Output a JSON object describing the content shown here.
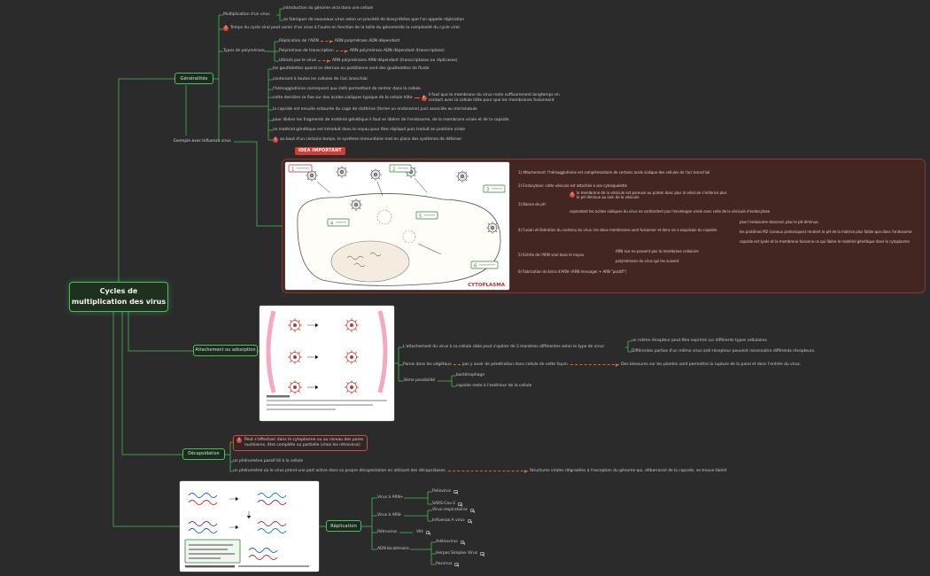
{
  "colors": {
    "background": "#2b2b2b",
    "accent_green": "#46c25c",
    "wire_green": "#3f9e4d",
    "alert_red": "#e2453a",
    "idea_red": "#d63b33",
    "panel_maroon": "#432522",
    "arrow_orange": "#dd6a33"
  },
  "icons": {
    "alert_glyph": "!",
    "alert": "exclamation-circle-icon",
    "link": "link-icon"
  },
  "root": {
    "title": "Cycles de\nmultiplication des virus"
  },
  "generalites": {
    "label": "Généralités",
    "multiplication": {
      "label": "Multiplication d'un virus",
      "children": [
        "introduction du génome viral dans une cellule",
        "se fabriquer de nouveaux virus selon un procédé de biosynthèse que l'on appelle réplication"
      ]
    },
    "temps": "Temps du cycle viral peut varier d'un virus à l'autre en fonction de la taille du génome/de la complexité du cycle viral.",
    "polymerases": {
      "label": "Types de polymérase",
      "rows": [
        {
          "left": "Réplication de l'ADN",
          "right": "ADN polymérase ADN dépendant"
        },
        {
          "left": "Polymérase de transcription",
          "right": "ARN polymérase ADN dépendant (transcriptase)"
        },
        {
          "left": "Utilisés par le virus",
          "right": "ARN polymérases ARN dépendant (transcriptases ou réplicases)"
        }
      ]
    },
    "notes": [
      "les gouttelettes quand on éternue ou postillonne sont des gouttelettes de fluide",
      "contenant à toutes les cellules de l'arc bronchial",
      "l'hémagglutinine correspond aux clefs permettant de rentrer dans la cellule.",
      "cette dernière se fixe sur des acides sialiques typique de la cellule hôte",
      "la capside est ensuite entourée du cage de clathrine (forme un endosome) puis associée au microtubule",
      "pour libérer les fragments de matériel génétique il faut se libérer de l'endosome, de la membrane virale et de la capside.",
      "ce matériel génétique est introduit dans le noyau pour être répliqué puis traduit en protéine virale",
      "au bout d'un certains temps, le système immunitaire met en place des systèmes de défense"
    ],
    "fixe_note": "il faut que la membrane du virus reste suffisamment longtemps en contact avec la cellule hôte pour que les membranes fusionnent",
    "exemple_label": "Exemple avec Influenza virus",
    "idea_label": "IDEA IMPORTANT",
    "panel": {
      "step1": "1) Attachement: l'hémagglutinine est complémentaire de certains acide sialique des cellules de l'arc bronchial",
      "step2": "2) Endocytose: cette vésicule est attachée à son cytosquelette",
      "step3": {
        "label": "3) Baisse de pH",
        "children": [
          "la membrane de la vésicule est poreuse au proton donc plus la vésicule s'enfonce plus le pH diminue au sein de la vésicule",
          "cependant les acides sialiques du virus ne confondent pas l'enveloppe virale avec celle de la vésicule d'endocytose"
        ]
      },
      "step4": {
        "label": "4) Fusion et libération du contenu du virus: les deux membranes vont fusionner et donc on a expulsion du capside.",
        "children": [
          "plus l'endosome descend, plus le pH diminue.",
          "les protéines M2 (canaux protoniques) rendent le pH de la matrice plus faible que dans l'endosome",
          "capside est lysée et la membrane fusionne ce qui libère le matériel génétique dans le cytoplasme"
        ]
      },
      "step5": {
        "label": "5) Entrée de l'ARN viral dans le noyau",
        "children": [
          "ARN nus ne passent pas la membrane cellulaire",
          "polymérases du virus qui les suivent"
        ]
      },
      "step6": "6) Fabrication de brins d'ARN- (ARN messager + ARN \"positif\")",
      "cytoplasma": "CYTOPLASMA"
    }
  },
  "attachement": {
    "label": "Attachement ou adsorption",
    "item1": {
      "label": "L'attachement du virus à sa cellule cible peut s'opérer de 2 manières différentes selon le type de virus:",
      "children": [
        "un même récepteur peut être exprimé sur différents types cellulaires",
        "Différentes parties d'un même virus anti-récepteur peuvent reconnaitre différents récepteurs."
      ]
    },
    "item2": {
      "label": "Parois dans les végétaux",
      "label2": "pas y avoir de pénétration dans cellule de cette façon.",
      "note": "Des blessures sur les plantes vont permettre la rupture de la paroi et donc l'entrée du virus."
    },
    "item3": {
      "label": "3ème possibilité",
      "children": [
        "bactériophage",
        "capside reste à l'extérieur de la cellule"
      ]
    }
  },
  "decapsidation": {
    "label": "Décapsidation",
    "alert": "Peut s'effectuer dans le cytoplasme ou au niveau des pores nucléaires, être complète ou partielle (chez les rétrovirus)",
    "passif": "un phénomène passif lié à la cellule",
    "actif": "un phénomène où le virus prend une part active dans sa propre décapsidation en utilisant des décapsidases.",
    "note": "Structures virales dégradées à l'exception du génome qui, débarrassé de la capside, se trouve libéré"
  },
  "replication": {
    "label": "Réplication",
    "groups": [
      {
        "label": "Virus à ARN+",
        "children": [
          "Poliovirus",
          "SARS-Cov-2"
        ]
      },
      {
        "label": "Virus à ARN-",
        "children": [
          "Virus respiratoires",
          "Influenza A virus"
        ]
      },
      {
        "label": "Rétrovirus",
        "children": [
          "VIH"
        ]
      },
      {
        "label": "ADN bicaténaire",
        "children": [
          "Adénovirus",
          "Herpes Simplex Virus",
          "Poxvirus"
        ]
      }
    ]
  },
  "figure1": {
    "markers": [
      "1",
      "2",
      "3",
      "4",
      "5",
      "6"
    ]
  }
}
